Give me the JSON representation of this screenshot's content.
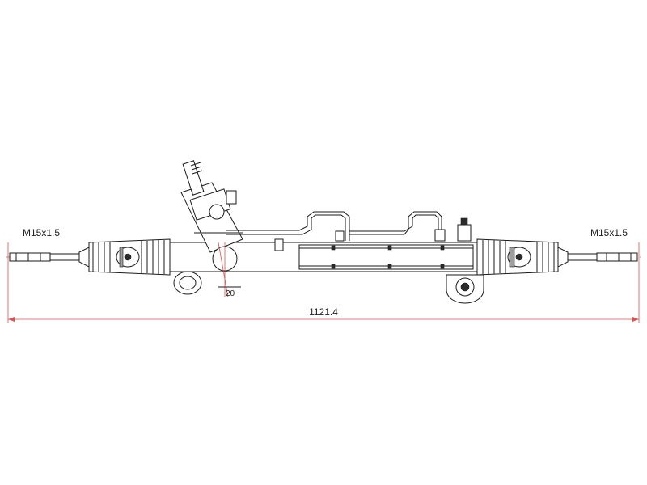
{
  "drawing": {
    "left_thread_label": "M15x1.5",
    "right_thread_label": "M15x1.5",
    "overall_length_label": "1121.4",
    "angle_label": "20"
  },
  "colors": {
    "outline": "#1a1a1a",
    "centerline": "#d9534f",
    "section_fill": "#9e9e9e",
    "background": "#ffffff"
  }
}
